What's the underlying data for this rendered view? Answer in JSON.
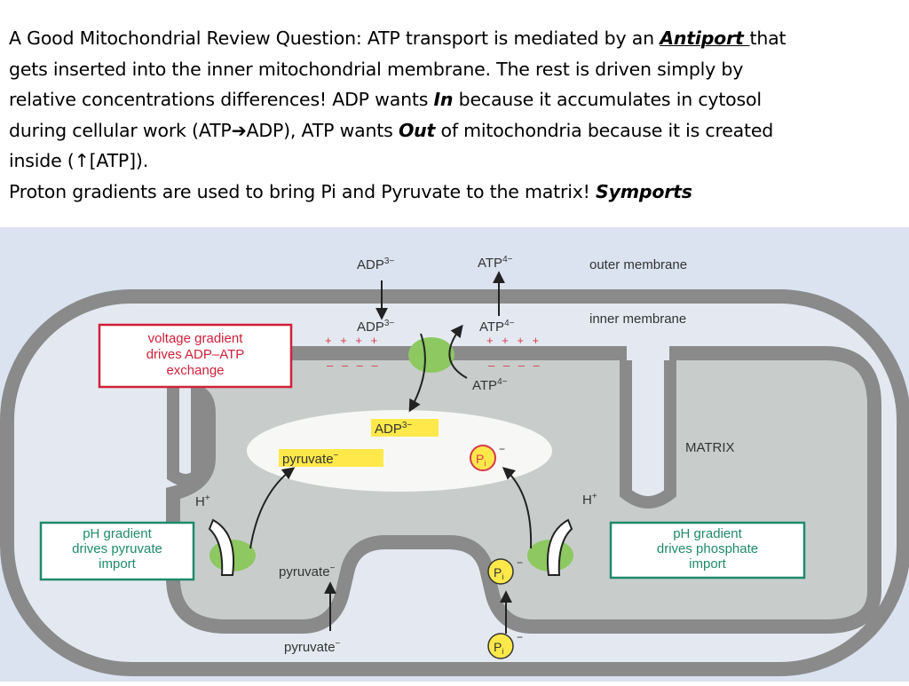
{
  "slide": {
    "line1_pre": "A Good Mitochondrial  Review Question: ATP transport is mediated by an ",
    "line1_em": "Antiport ",
    "line1_post": "that",
    "line2": "gets inserted into the inner mitochondrial membrane.  The rest is driven simply by",
    "line3_pre": "relative concentrations differences!  ADP wants ",
    "line3_em": "In",
    "line3_post": " because it accumulates in cytosol",
    "line4_pre": "during cellular work (ATP",
    "line4_arrow": "➔",
    "line4_mid": "ADP), ATP wants ",
    "line4_em": "Out",
    "line4_post": " of mitochondria because it is created",
    "line5": "inside (↑[ATP]).",
    "line6_pre": "Proton gradients are used to bring Pi and Pyruvate to the matrix! ",
    "line6_em": "Symports"
  },
  "diagram": {
    "labels": {
      "adp_outer": "ADP",
      "adp_outer_charge": "3−",
      "atp_outer": "ATP",
      "atp_outer_charge": "4−",
      "outer_membrane": "outer membrane",
      "inner_membrane": "inner membrane",
      "adp_ims": "ADP",
      "adp_ims_charge": "3−",
      "atp_ims": "ATP",
      "atp_ims_charge": "4−",
      "plus_left": "+ + + +",
      "plus_right": "+ + + +",
      "minus_left": "– – – –",
      "minus_right": "– – – –",
      "atp_matrix": "ATP",
      "atp_matrix_charge": "4−",
      "adp_matrix": "ADP",
      "adp_matrix_charge": "3−",
      "pyruvate_matrix": "pyruvate",
      "pyruvate_matrix_charge": "−",
      "pi_matrix": "P",
      "pi_matrix_sub": "i",
      "pi_matrix_charge": "−",
      "matrix": "MATRIX",
      "h_left": "H",
      "h_left_charge": "+",
      "h_right": "H",
      "h_right_charge": "+",
      "pyruvate_membrane": "pyruvate",
      "pyruvate_membrane_charge": "−",
      "pi_membrane": "P",
      "pi_membrane_sub": "i",
      "pi_membrane_charge": "−",
      "pyruvate_outer": "pyruvate",
      "pyruvate_outer_charge": "−",
      "pi_outer": "P",
      "pi_outer_sub": "i",
      "pi_outer_charge": "−"
    },
    "boxes": {
      "voltage_line1": "voltage gradient",
      "voltage_line2": "drives ADP–ATP",
      "voltage_line3": "exchange",
      "ph_pyruvate_line1": "pH gradient",
      "ph_pyruvate_line2": "drives pyruvate",
      "ph_pyruvate_line3": "import",
      "ph_phosphate_line1": "pH gradient",
      "ph_phosphate_line2": "drives phosphate",
      "ph_phosphate_line3": "import"
    },
    "colors": {
      "background": "#dbe3f0",
      "membrane": "#8a8a8a",
      "matrix_fill": "#c8cdcc",
      "transporter": "#8dc860",
      "highlight": "#ffe84a",
      "charge_red": "#d63a4a",
      "box_red": "#d0203a",
      "box_green": "#1f8a6a",
      "text_dark": "#333333"
    }
  }
}
